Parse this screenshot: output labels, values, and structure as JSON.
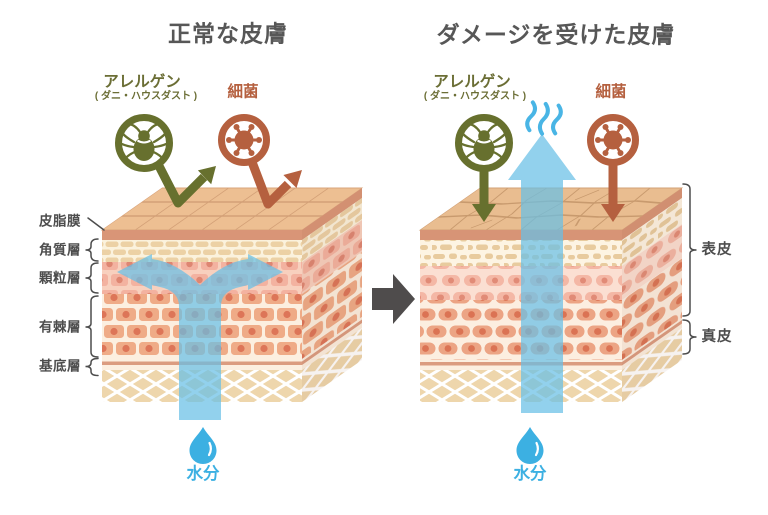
{
  "titles": {
    "normal": "正常な皮膚",
    "damaged": "ダメージを受けた皮膚"
  },
  "left": {
    "allergen": "アレルゲン",
    "allergen_sub": "( ダニ・ハウスダスト )",
    "bacteria": "細菌",
    "moisture": "水分"
  },
  "right": {
    "allergen": "アレルゲン",
    "allergen_sub": "( ダニ・ハウスダスト )",
    "bacteria": "細菌",
    "moisture": "水分"
  },
  "layers": {
    "sebum": "皮脂膜",
    "corneum": "角質層",
    "granular": "顆粒層",
    "spinous": "有棘層",
    "basal": "基底層"
  },
  "regions": {
    "epidermis": "表皮",
    "dermis": "真皮"
  },
  "colors": {
    "title_text": "#575757",
    "label_text": "#4d4d4d",
    "allergen_green": "#67702e",
    "bacteria_red": "#b5603f",
    "moisture_blue": "#3cb0e2",
    "flow_arrow_blue": "#68bfe6",
    "transition_arrow": "#4f4c4c",
    "skin_surface": "#edbf92",
    "sebum_band": "#d99577"
  }
}
